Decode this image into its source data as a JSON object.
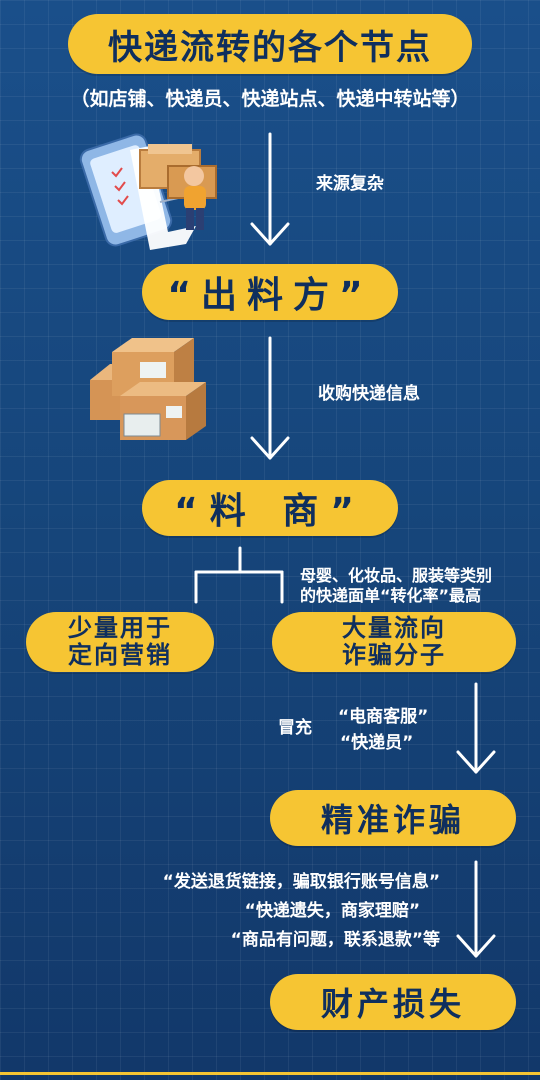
{
  "title": "快递流转的各个节点",
  "subtitle": "（如店铺、快递员、快递站点、快递中转站等）",
  "nodes": {
    "source": "“出料方”",
    "dealer": "“料 商”",
    "small_use_lines": [
      "少量用于",
      "定向营销"
    ],
    "large_flow_lines": [
      "大量流向",
      "诈骗分子"
    ],
    "precise_fraud": "精准诈骗",
    "property_loss": "财产损失"
  },
  "edges": {
    "complex_source": "来源复杂",
    "buy_info": "收购快递信息",
    "conversion_lines": [
      "母婴、化妆品、服装等类别",
      "的快递面单“转化率”最高"
    ],
    "impersonate": "冒充",
    "impersonate_roles": [
      "“电商客服”",
      "“快递员”"
    ],
    "fraud_scripts": [
      "“发送退货链接，骗取银行账号信息”",
      "“快递遗失，商家理赔”",
      "“商品有问题，联系退款”等"
    ]
  },
  "colors": {
    "background": "#16457a",
    "accent": "#f6c533",
    "text_dark": "#0f2f5e",
    "text_light": "#ffffff"
  },
  "icons": [
    "phone-delivery-illustration",
    "stacked-boxes-illustration",
    "arrow-down-icon"
  ]
}
